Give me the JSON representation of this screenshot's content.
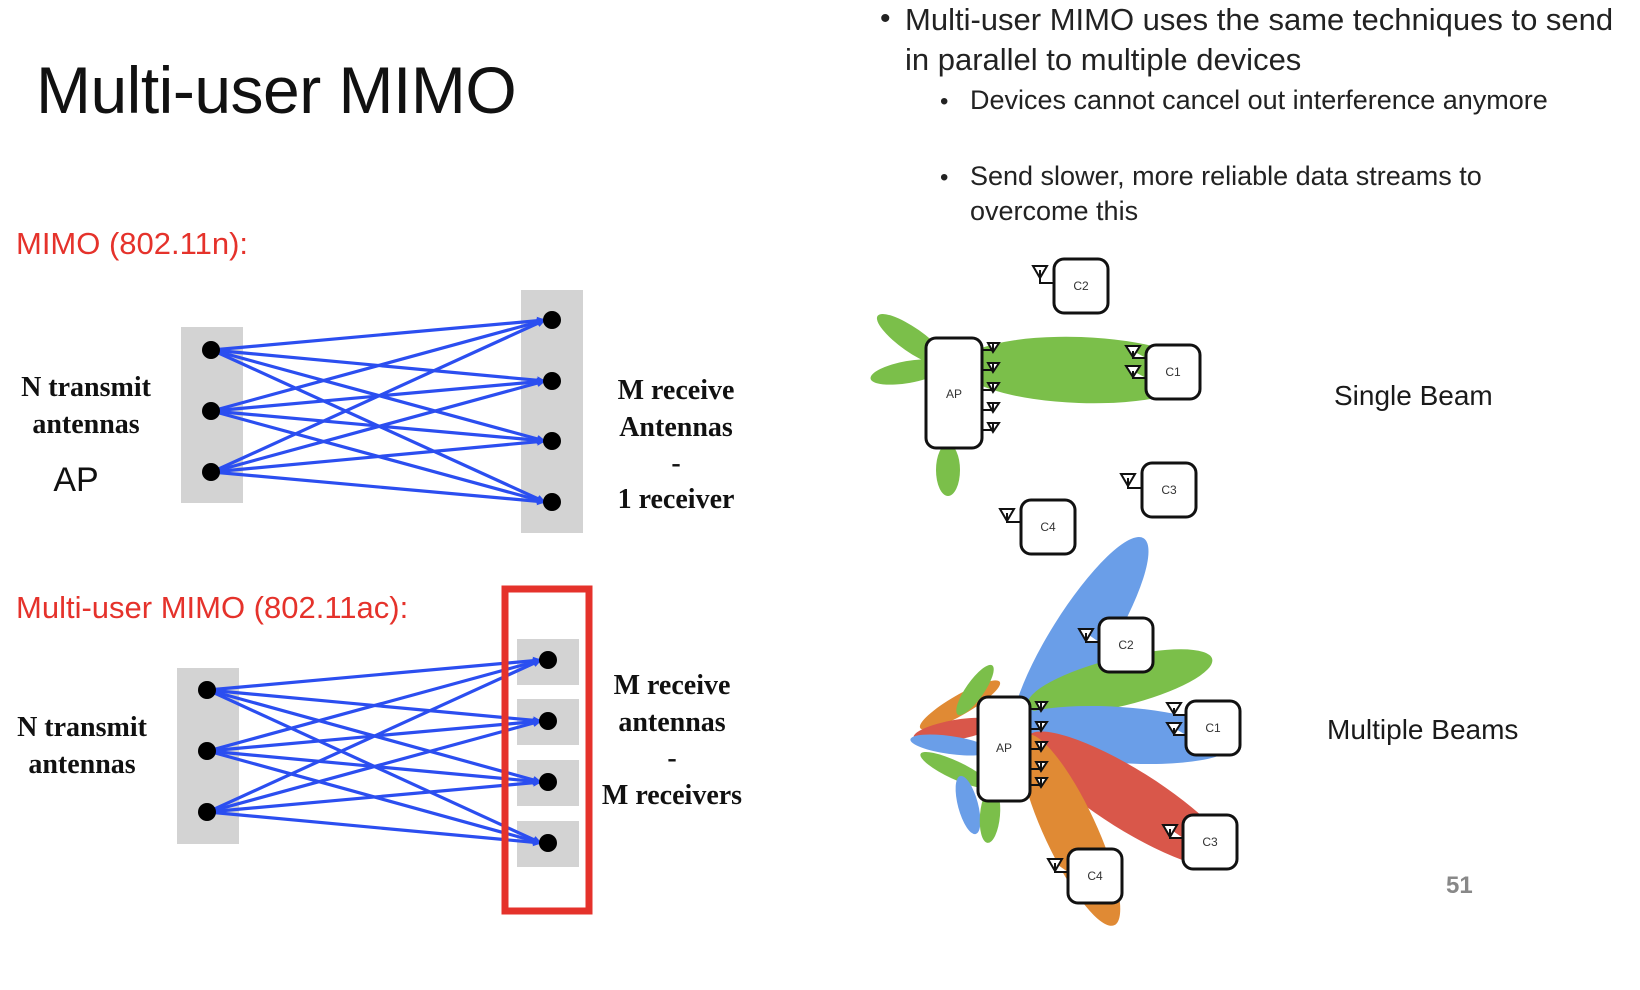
{
  "slide": {
    "title": "Multi-user MIMO",
    "page_number": "51",
    "bullets": {
      "main": "Multi-user MIMO uses the same techniques to send in parallel to multiple devices",
      "sub": [
        "Devices cannot cancel out interference anymore",
        "Send slower, more reliable data streams to overcome this"
      ]
    },
    "mimo": {
      "label": "MIMO (802.11n):",
      "left_line1": "N transmit",
      "left_line2": "antennas",
      "left_ap": "AP",
      "right_line1": "M receive",
      "right_line2": "Antennas",
      "right_line3": "-",
      "right_line4": "1 receiver"
    },
    "mumimo": {
      "label": "Multi-user MIMO (802.11ac):",
      "left_line1": "N transmit",
      "left_line2": "antennas",
      "right_line1": "M receive",
      "right_line2": "antennas",
      "right_line3": "-",
      "right_line4": "M receivers"
    },
    "beams": {
      "single_label": "Single Beam",
      "multiple_label": "Multiple Beams",
      "ap": "AP",
      "c1": "C1",
      "c2": "C2",
      "c3": "C3",
      "c4": "C4"
    },
    "colors": {
      "accent_red": "#e5322b",
      "arrow_blue": "#2b4ef0",
      "panel_gray": "#d3d3d3",
      "beam_green": "#7bbf4a",
      "beam_blue": "#6a9ee8",
      "beam_red": "#d9574a",
      "beam_orange": "#e08a34"
    }
  }
}
